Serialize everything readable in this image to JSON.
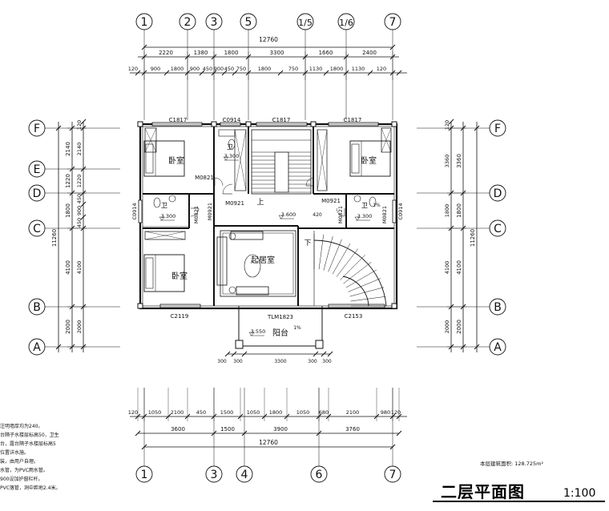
{
  "title": "二层平面图",
  "scale": "1:100",
  "area_label": "本层建筑面积:",
  "area_value": "128.725m²",
  "axes_top": [
    "1",
    "2",
    "3",
    "5",
    "1/5",
    "1/6",
    "7"
  ],
  "axes_bottom": [
    "1",
    "3",
    "4",
    "6",
    "7"
  ],
  "axes_left": [
    "F",
    "E",
    "D",
    "C",
    "B",
    "A"
  ],
  "axes_right": [
    "F",
    "D",
    "C",
    "B",
    "A"
  ],
  "dim_total": "12760",
  "dim_top_row1": [
    "2220",
    "1380",
    "1800",
    "3300",
    "1660",
    "2400"
  ],
  "dim_top_row2": [
    "120",
    "900",
    "1800",
    "900",
    "450",
    "900",
    "450",
    "750",
    "1800",
    "750",
    "1130",
    "1800",
    "1130",
    "120"
  ],
  "dim_bottom_row1": [
    "120",
    "1050",
    "2100",
    "450",
    "1500",
    "1050",
    "1800",
    "1050",
    "680",
    "2100",
    "980",
    "120"
  ],
  "dim_bottom_row2": [
    "3600",
    "1500",
    "3900",
    "3760"
  ],
  "dim_left_outer": [
    "2140",
    "1220",
    "1800",
    "4100",
    "2000"
  ],
  "dim_left_inner": [
    "120",
    "2140",
    "1220",
    "450",
    "900",
    "450",
    "4100",
    "2000"
  ],
  "dim_left_total": "11260",
  "dim_right_outer": [
    "3360",
    "1800",
    "4100",
    "2000"
  ],
  "dim_right_inner": [
    "120",
    "3360",
    "1800",
    "4100",
    "2000"
  ],
  "dim_right_total": "11260",
  "dim_balcony": [
    "300",
    "300",
    "3300",
    "300",
    "300"
  ],
  "windows": [
    "C1817",
    "C0914",
    "C1817",
    "C1817",
    "C0914",
    "C0914",
    "C2119",
    "C2153"
  ],
  "doors": [
    "M0821",
    "M0921",
    "M0921",
    "M0921",
    "M0821",
    "M0821",
    "M0821",
    "TLM1823"
  ],
  "rooms": [
    "卧室",
    "卧室",
    "起居室",
    "阳台"
  ],
  "elevations": [
    "3.300",
    "3.300",
    "3.300",
    "3.600",
    "3.550"
  ],
  "stairs": [
    "上",
    "下"
  ],
  "slope": "1%",
  "wc_label": "卫",
  "small_dims": [
    "420"
  ],
  "notes": [
    "注明墙厚均为240。",
    "台隔子水楼层标高50，卫生",
    "台，露台隔子水楼层标高5",
    "位置详水施。",
    "装，由用户自理。",
    "水管，为PVC雨水管。",
    "900设加护窗栏杆。",
    "PVC落管，洞中距地2.4米。"
  ]
}
